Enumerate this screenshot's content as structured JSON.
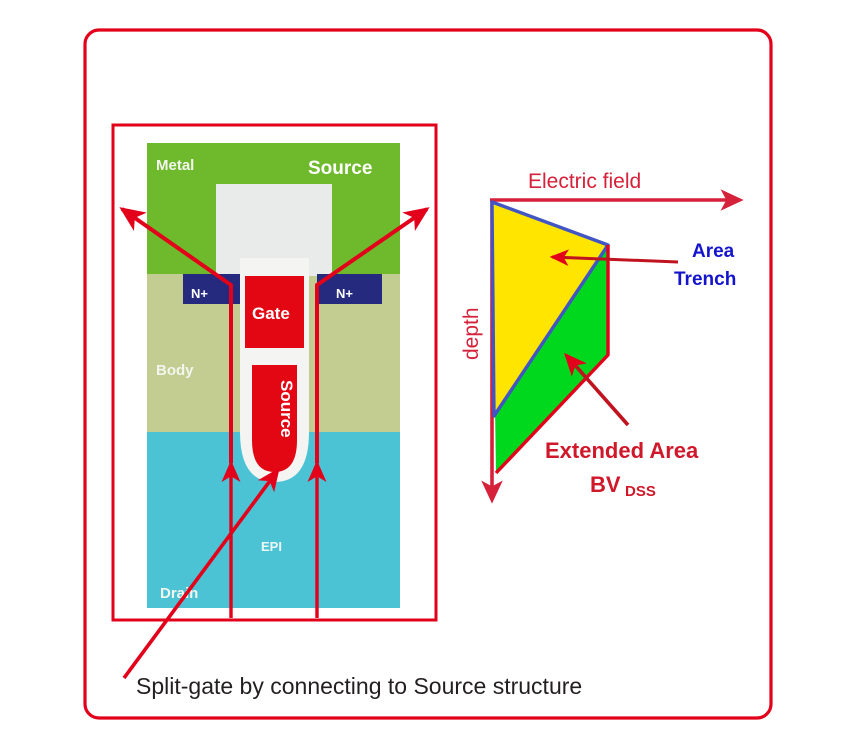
{
  "figure": {
    "border_color": "#e2001a",
    "background": "#ffffff",
    "caption": "Split-gate by connecting to Source structure"
  },
  "cross_section": {
    "frame_color": "#e2001a",
    "layers": [
      {
        "id": "metal",
        "label": "Metal",
        "color": "#6fb92c"
      },
      {
        "id": "body",
        "label": "Body",
        "color": "#c3cc91"
      },
      {
        "id": "epi",
        "label": "EPI",
        "color": "#4cc3d4"
      },
      {
        "id": "drain",
        "label": "Drain",
        "color": "#4cc3d4"
      }
    ],
    "source_metal_label": "Source",
    "contact_color": "#e9eaea",
    "nplus_left_label": "N+",
    "nplus_right_label": "N+",
    "nplus_color": "#252a7e",
    "gate_label": "Gate",
    "gate_color": "#e30613",
    "trench_source_label": "Source",
    "trench_source_color": "#e30613",
    "oxide_color": "#f4f4f2",
    "current_line_color": "#e2001a"
  },
  "field_plot": {
    "x_axis_label": "Electric field",
    "y_axis_label": "depth",
    "axis_color": "#d6213a",
    "outline_color": "#4155c4",
    "regions": [
      {
        "id": "trench-area",
        "label": "Area Trench",
        "color": "#ffe500"
      },
      {
        "id": "extended-area",
        "label": "Extended Area",
        "color": "#00d81e"
      }
    ],
    "callout_trench_line1": "Area",
    "callout_trench_line2": "Trench",
    "callout_trench_color": "#1414cd",
    "callout_extended_line1": "Extended Area",
    "callout_extended_main": "BV",
    "callout_extended_sub": "DSS",
    "callout_extended_color": "#d0182b"
  }
}
